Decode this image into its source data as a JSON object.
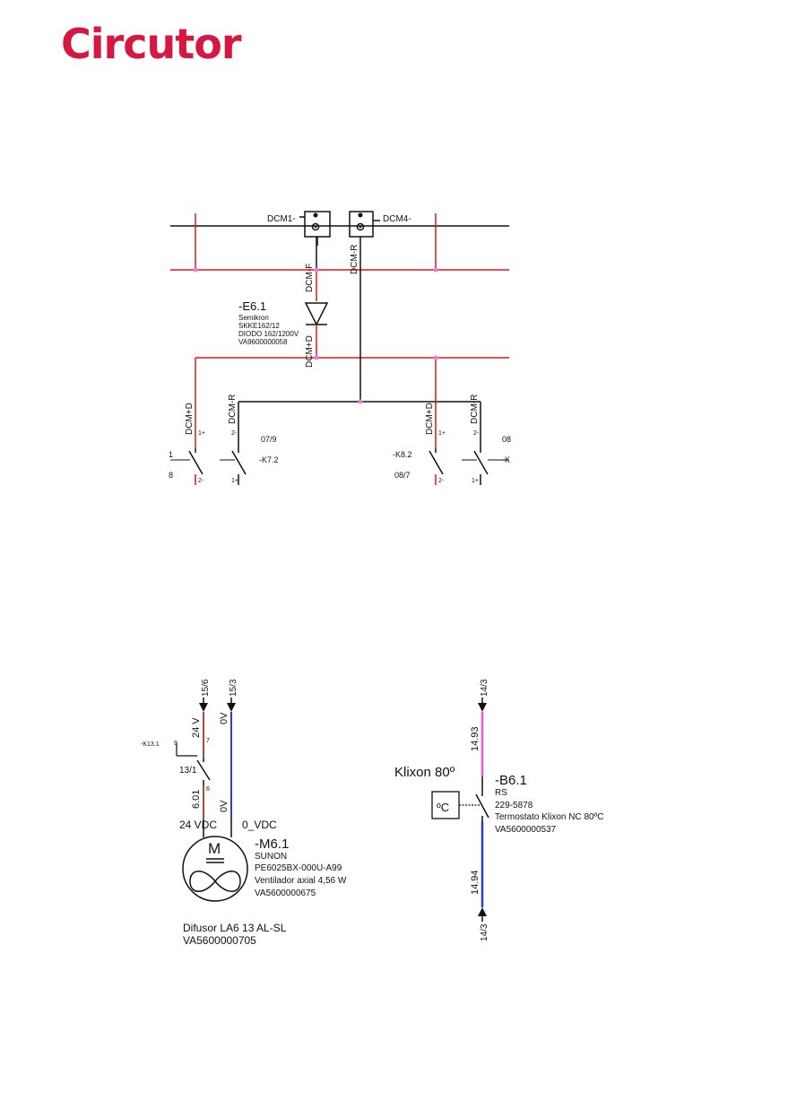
{
  "brand": {
    "logo_text": "Circutor",
    "color": "#d6173f"
  },
  "colors": {
    "red": "#e8141b",
    "magenta": "#e65bd6",
    "pink_dot": "#e87fd8",
    "blue": "#2a3fbf",
    "brown": "#a0522d"
  },
  "diagram_top": {
    "dcm1": "DCM1-",
    "dcm4": "DCM4-",
    "dcm_f": "DCM-F",
    "dcm_r": "DCM-R",
    "dcm_d_mid": "DCM+D",
    "diode": {
      "ref": "-E6.1",
      "maker": "Semikron",
      "model": "SKKE162/12",
      "desc": "DIODO 162/1200V",
      "code": "VA9600000058"
    },
    "left_dcm_d": "DCM+D",
    "left_dcm_r": "DCM-R",
    "right_dcm_d": "DCM+D",
    "right_dcm_r": "DCM-R",
    "t_1p_a": "1+",
    "t_2m_a": "2-",
    "t_2m_b": "2-",
    "t_1p_b": "1+",
    "t_2m_c": "2-",
    "t_1p_c": "1+",
    "t_2m_d": "2-",
    "t_1p_d": "1+",
    "t_one": "1",
    "t_eight": "8",
    "ref_079": "07/9",
    "ref_k72": "-K7.2",
    "ref_k82": "-K8.2",
    "ref_087": "08/7",
    "ref_08": "08",
    "ref_k": "-K"
  },
  "diagram_fan": {
    "ref_156": "15/6",
    "ref_153": "15/3",
    "w24v": "24 V",
    "w0v_a": "0V",
    "k131": "-K13.1",
    "p9": "9",
    "p7": "7",
    "p6": "6",
    "ref_131": "13/1",
    "w601": "6.01",
    "w0v_b": "0V",
    "v24vdc": "24 VDC",
    "v0vdc": "0_VDC",
    "motor_letter": "M",
    "motor_ref": "-M6.1",
    "maker": "SUNON",
    "model": "PE6025BX-000U-A99",
    "desc": "Ventilador axial 4,56 W",
    "code": "VA5600000675",
    "diffuser": "Difusor LA6 13 AL-SL",
    "diffuser_code": "VA5600000705"
  },
  "diagram_klixon": {
    "ref_top": "14/3",
    "w1493": "14.93",
    "title": "Klixon 80º",
    "ref": "-B6.1",
    "maker": "RS",
    "model": "229-5878",
    "desc": "Termostato Klixon NC 80ºC",
    "code": "VA5600000537",
    "sensor": "ºC",
    "w1494": "14.94",
    "ref_bottom": "14/3"
  }
}
